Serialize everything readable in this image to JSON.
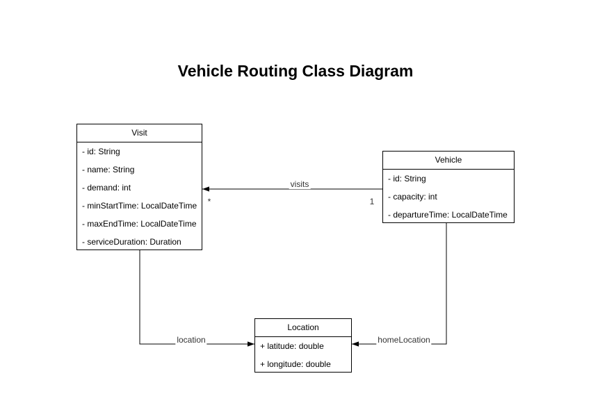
{
  "title": "Vehicle Routing Class Diagram",
  "colors": {
    "stroke": "#000000",
    "fill": "#ffffff",
    "text": "#000000",
    "label": "#333333"
  },
  "classes": [
    {
      "name": "Visit",
      "attributes": [
        "- id: String",
        "- name: String",
        "- demand: int",
        "- minStartTime: LocalDateTime",
        "- maxEndTime: LocalDateTime",
        "- serviceDuration: Duration"
      ]
    },
    {
      "name": "Vehicle",
      "attributes": [
        "- id: String",
        "- capacity: int",
        "- departureTime: LocalDateTime"
      ]
    },
    {
      "name": "Location",
      "attributes": [
        "+ latitude: double",
        "+ longitude: double"
      ]
    }
  ],
  "associations": [
    {
      "label": "visits",
      "source": "Vehicle",
      "target": "Visit",
      "source_multiplicity": "1",
      "target_multiplicity": "*"
    },
    {
      "label": "location",
      "source": "Visit",
      "target": "Location"
    },
    {
      "label": "homeLocation",
      "source": "Vehicle",
      "target": "Location"
    }
  ]
}
